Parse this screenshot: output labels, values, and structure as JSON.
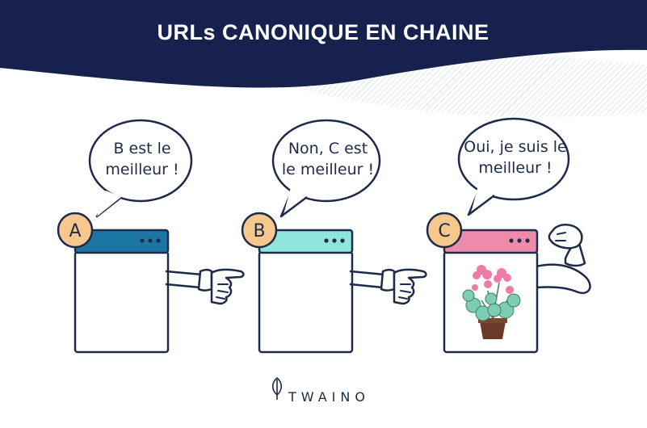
{
  "title": "URLs CANONIQUE EN CHAINE",
  "colors": {
    "banner": "#16214d",
    "ink": "#1e2a4a",
    "badge": "#f6c88e",
    "bar_a": "#1b76a3",
    "bar_b": "#8ee6dc",
    "bar_c": "#f08aab"
  },
  "pages": [
    {
      "letter": "A",
      "bubble_lines": [
        "B est le",
        "meilleur !"
      ],
      "gesture": "pointing-hand-icon"
    },
    {
      "letter": "B",
      "bubble_lines": [
        "Non, C est",
        "le meilleur !"
      ],
      "gesture": "pointing-hand-icon"
    },
    {
      "letter": "C",
      "bubble_lines": [
        "Oui, je suis le",
        "meilleur !"
      ],
      "gesture": "flexing-arm-icon",
      "content": "flower-pot-icon"
    }
  ],
  "brand": "TWAINO"
}
